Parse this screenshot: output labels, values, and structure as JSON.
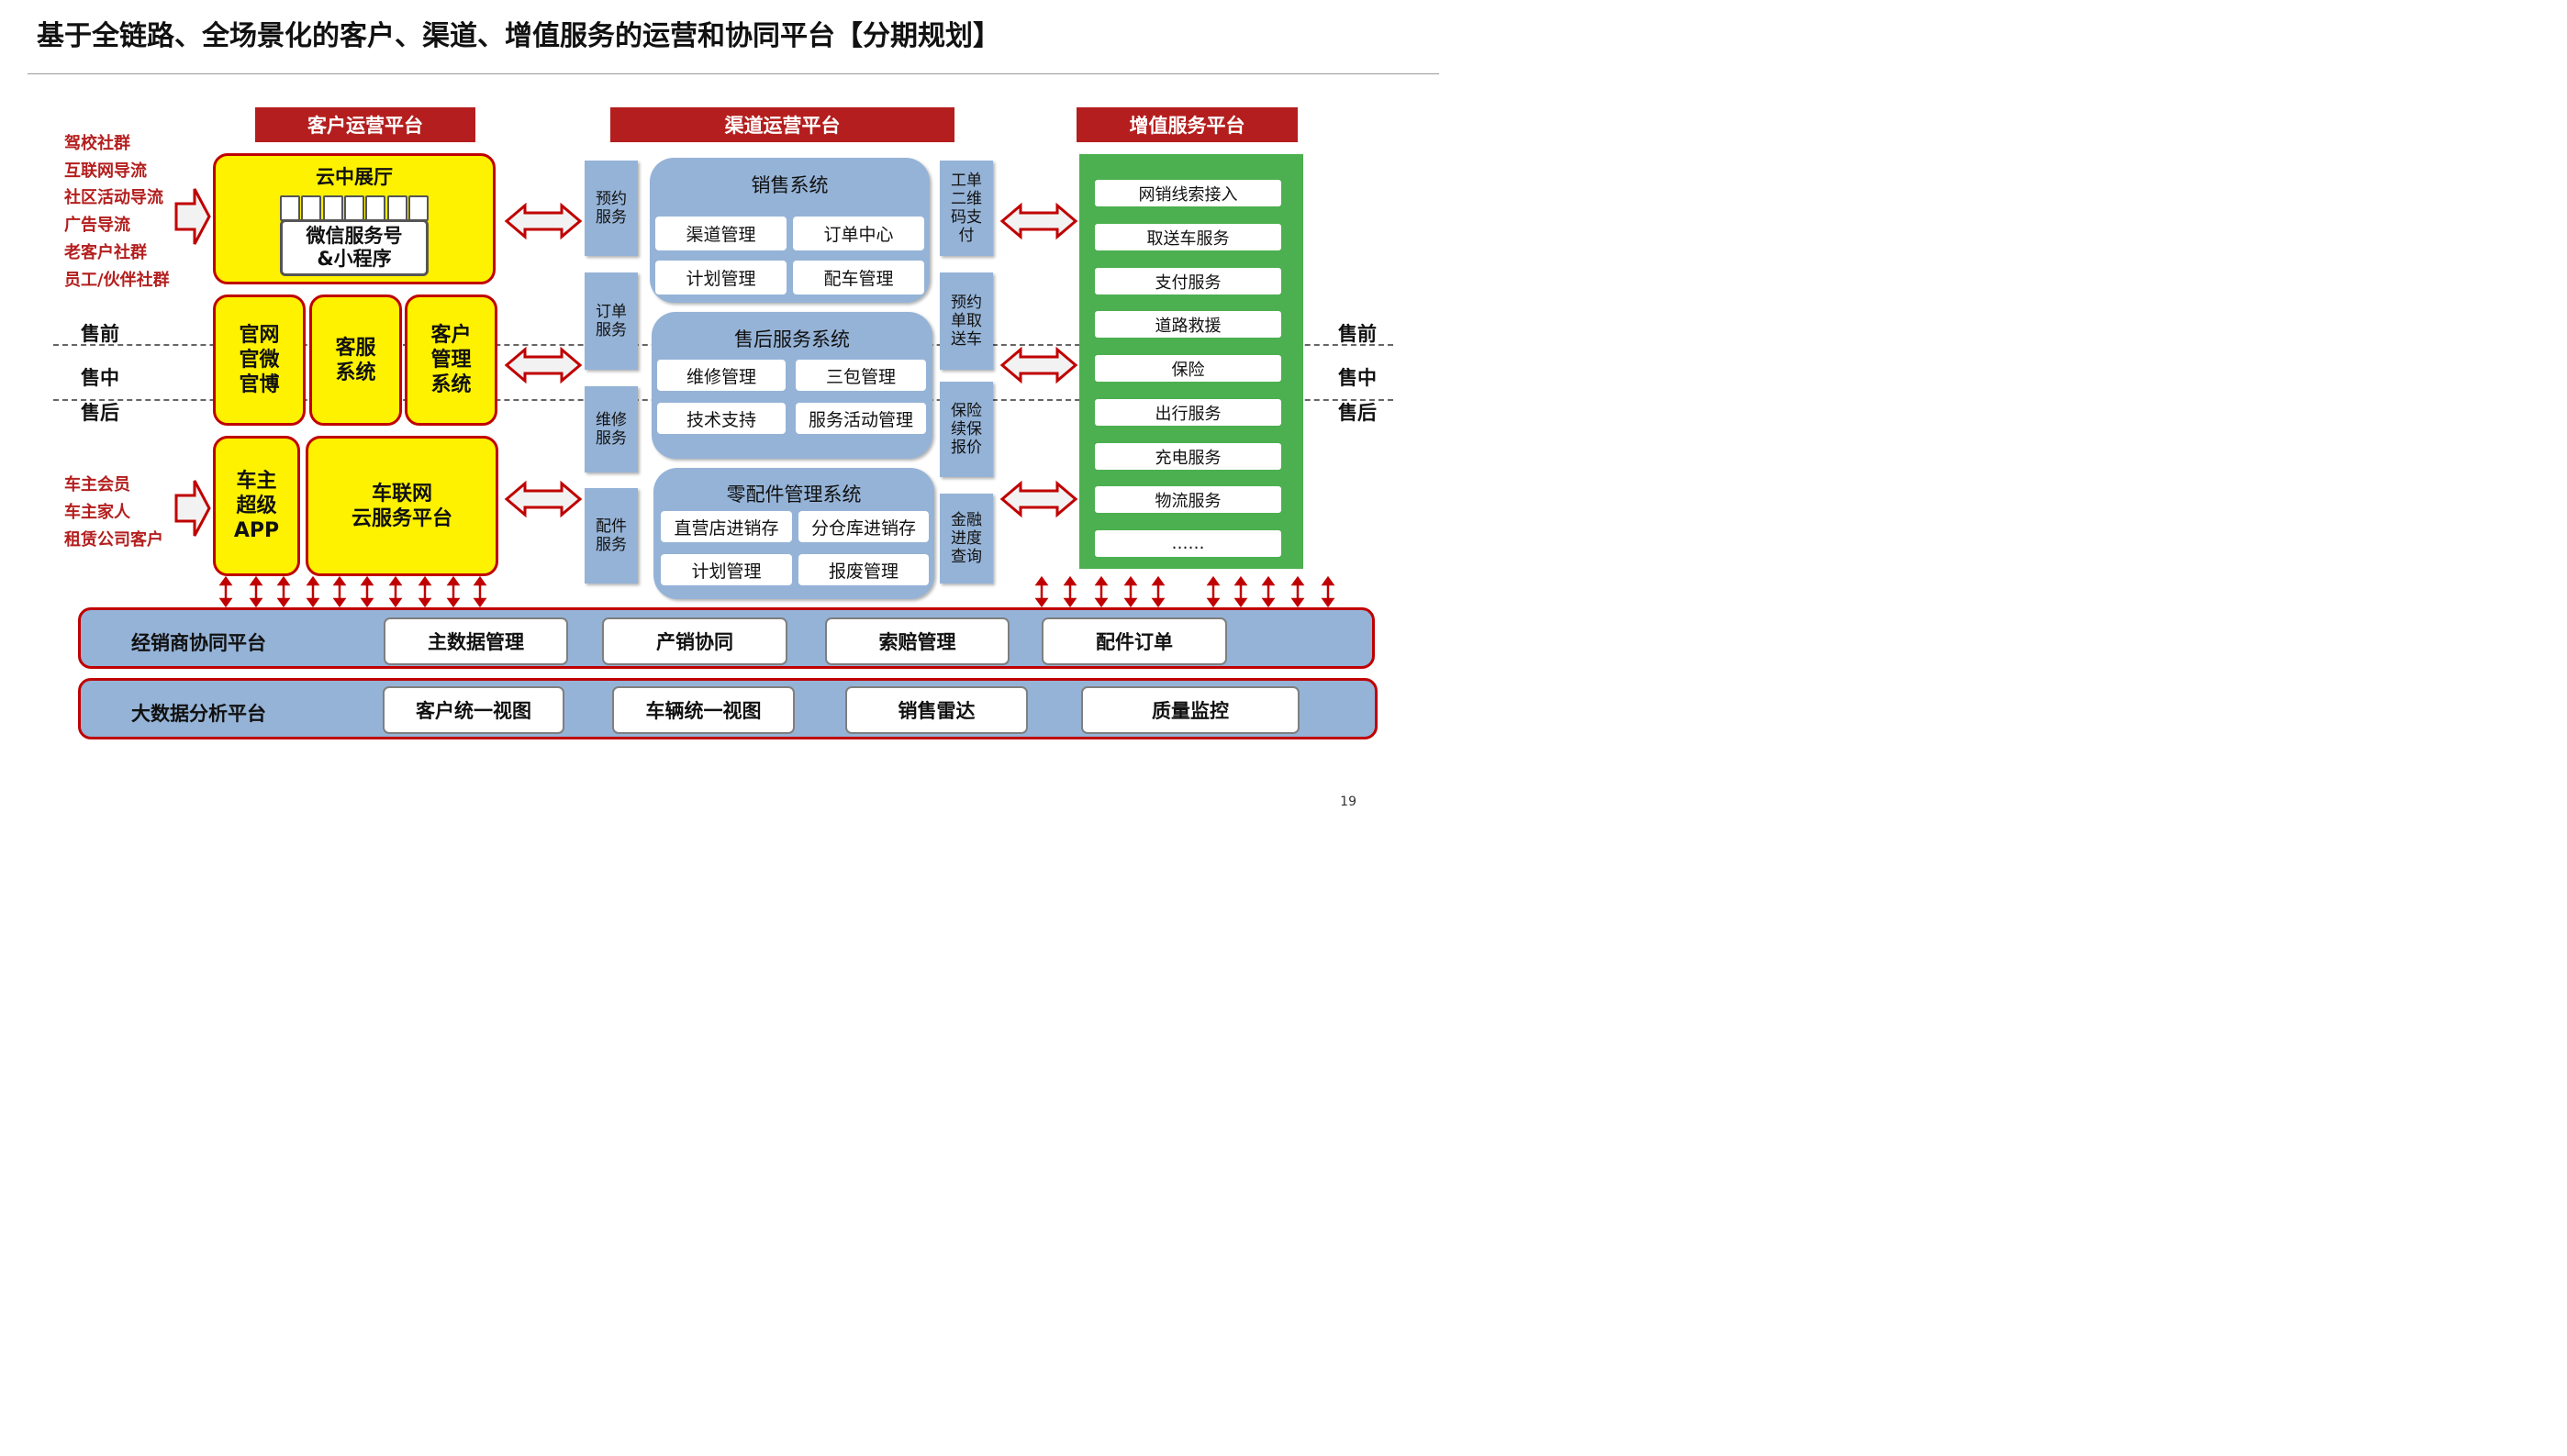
{
  "title": "基于全链路、全场景化的客户、渠道、增值服务的运营和协同平台【分期规划】",
  "page_number": "19",
  "colors": {
    "accent_red": "#b41e1e",
    "yellow": "#fff200",
    "blue": "#95b3d7",
    "green": "#4caf50"
  },
  "headers": {
    "customer": "客户运营平台",
    "channel": "渠道运营平台",
    "value_added": "增值服务平台"
  },
  "sources_top": [
    "驾校社群",
    "互联网导流",
    "社区活动导流",
    "广告导流",
    "老客户社群",
    "员工/伙伴社群"
  ],
  "sources_bottom": [
    "车主会员",
    "车主家人",
    "租赁公司客户"
  ],
  "stages": {
    "pre": "售前",
    "mid": "售中",
    "post": "售后"
  },
  "customer": {
    "cloud_hall": "云中展厅",
    "wechat": "微信服务号\n&小程序",
    "official": "官网\n官微\n官博",
    "cs": "客服\n系统",
    "crm": "客户\n管理\n系统",
    "app": "车主\n超级\nAPP",
    "iov": "车联网\n云服务平台"
  },
  "left_services": [
    "预约\n服务",
    "订单\n服务",
    "维修\n服务",
    "配件\n服务"
  ],
  "right_services": [
    "工单\n二维\n码支\n付",
    "预约\n单取\n送车",
    "保险\n续保\n报价",
    "金融\n进度\n查询"
  ],
  "systems": [
    {
      "title": "销售系统",
      "items": [
        "渠道管理",
        "订单中心",
        "计划管理",
        "配车管理"
      ]
    },
    {
      "title": "售后服务系统",
      "items": [
        "维修管理",
        "三包管理",
        "技术支持",
        "服务活动管理"
      ]
    },
    {
      "title": "零配件管理系统",
      "items": [
        "直营店进销存",
        "分仓库进销存",
        "计划管理",
        "报废管理"
      ]
    }
  ],
  "value_added_items": [
    "网销线索接入",
    "取送车服务",
    "支付服务",
    "道路救援",
    "保险",
    "出行服务",
    "充电服务",
    "物流服务",
    "……"
  ],
  "dealer": {
    "label": "经销商协同平台",
    "items": [
      "主数据管理",
      "产销协同",
      "索赔管理",
      "配件订单"
    ]
  },
  "bigdata": {
    "label": "大数据分析平台",
    "items": [
      "客户统一视图",
      "车辆统一视图",
      "销售雷达",
      "质量监控"
    ]
  }
}
